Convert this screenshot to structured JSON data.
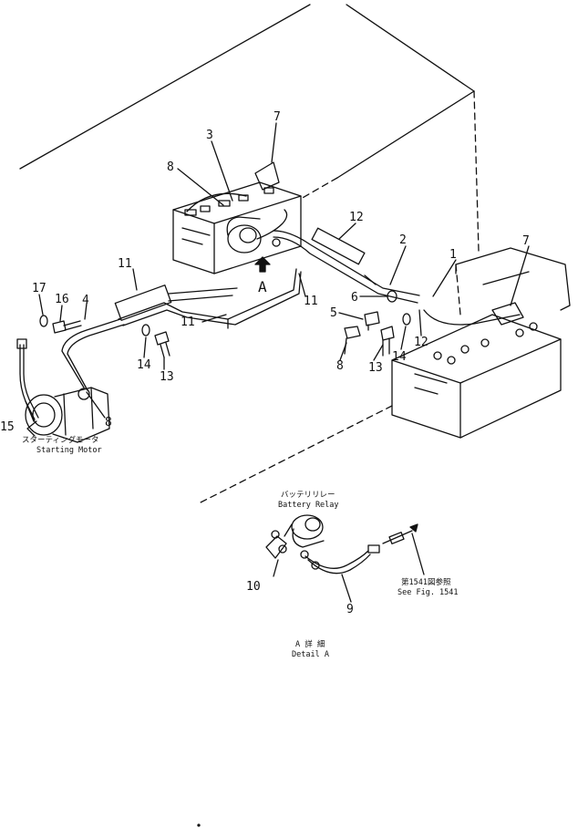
{
  "callouts": {
    "c1": "1",
    "c2": "2",
    "c3": "3",
    "c4": "4",
    "c5": "5",
    "c6": "6",
    "c7a": "7",
    "c7b": "7",
    "c8a": "8",
    "c8b": "8",
    "c8c": "8",
    "c9": "9",
    "c10": "10",
    "c11a": "11",
    "c11b": "11",
    "c11c": "11",
    "c12a": "12",
    "c12b": "12",
    "c13a": "13",
    "c13b": "13",
    "c14a": "14",
    "c14b": "14",
    "c15": "15",
    "c16": "16",
    "c17": "17"
  },
  "view_arrow_label": "A",
  "labels": {
    "starting_motor_jp": "スターティングモータ",
    "starting_motor_en": "Starting Motor",
    "battery_relay_jp": "バッテリリレー",
    "battery_relay_en": "Battery Relay",
    "see_fig_jp": "第1541図参照",
    "see_fig_en": "See Fig. 1541",
    "detail_jp": "A 詳 細",
    "detail_en": "Detail A"
  }
}
